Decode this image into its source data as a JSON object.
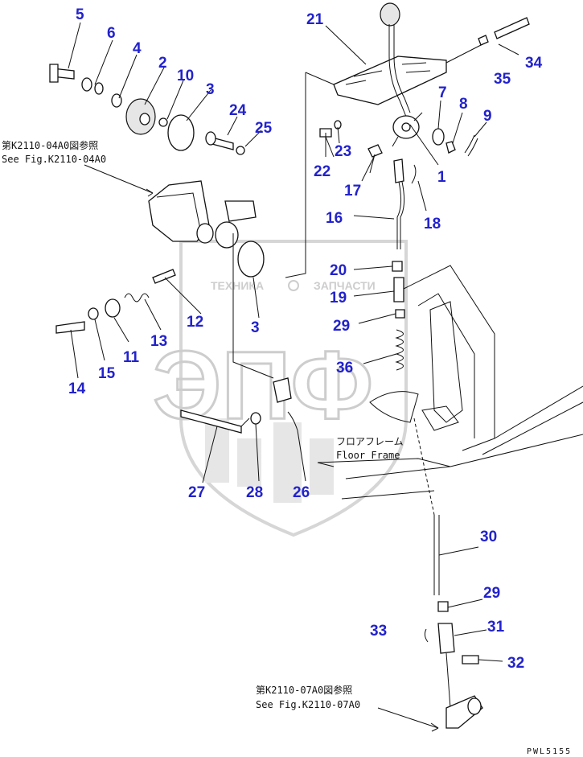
{
  "watermark": {
    "big": "ЭПФ",
    "left": "ТЕХНИКА",
    "right": "ЗАПЧАСТИ"
  },
  "notes": {
    "ref1_jp": "第K2110-04A0図参照",
    "ref1_en": "See Fig.K2110-04A0",
    "ref2_jp": "第K2110-07A0図参照",
    "ref2_en": "See Fig.K2110-07A0",
    "floor_jp": "フロアフレーム",
    "floor_en": "Floor Frame"
  },
  "drawing_code": "PWL5155",
  "callouts": [
    {
      "id": "c5",
      "label": "5"
    },
    {
      "id": "c6",
      "label": "6"
    },
    {
      "id": "c4",
      "label": "4"
    },
    {
      "id": "c2",
      "label": "2"
    },
    {
      "id": "c10",
      "label": "10"
    },
    {
      "id": "c3a",
      "label": "3"
    },
    {
      "id": "c24",
      "label": "24"
    },
    {
      "id": "c25",
      "label": "25"
    },
    {
      "id": "c21",
      "label": "21"
    },
    {
      "id": "c34",
      "label": "34"
    },
    {
      "id": "c35",
      "label": "35"
    },
    {
      "id": "c7",
      "label": "7"
    },
    {
      "id": "c8",
      "label": "8"
    },
    {
      "id": "c9",
      "label": "9"
    },
    {
      "id": "c1",
      "label": "1"
    },
    {
      "id": "c23",
      "label": "23"
    },
    {
      "id": "c22",
      "label": "22"
    },
    {
      "id": "c17",
      "label": "17"
    },
    {
      "id": "c18",
      "label": "18"
    },
    {
      "id": "c16",
      "label": "16"
    },
    {
      "id": "c20",
      "label": "20"
    },
    {
      "id": "c19",
      "label": "19"
    },
    {
      "id": "c29a",
      "label": "29"
    },
    {
      "id": "c36",
      "label": "36"
    },
    {
      "id": "c12",
      "label": "12"
    },
    {
      "id": "c3b",
      "label": "3"
    },
    {
      "id": "c13",
      "label": "13"
    },
    {
      "id": "c11",
      "label": "11"
    },
    {
      "id": "c15",
      "label": "15"
    },
    {
      "id": "c14",
      "label": "14"
    },
    {
      "id": "c27",
      "label": "27"
    },
    {
      "id": "c28",
      "label": "28"
    },
    {
      "id": "c26",
      "label": "26"
    },
    {
      "id": "c30",
      "label": "30"
    },
    {
      "id": "c29b",
      "label": "29"
    },
    {
      "id": "c31",
      "label": "31"
    },
    {
      "id": "c33",
      "label": "33"
    },
    {
      "id": "c32",
      "label": "32"
    }
  ]
}
